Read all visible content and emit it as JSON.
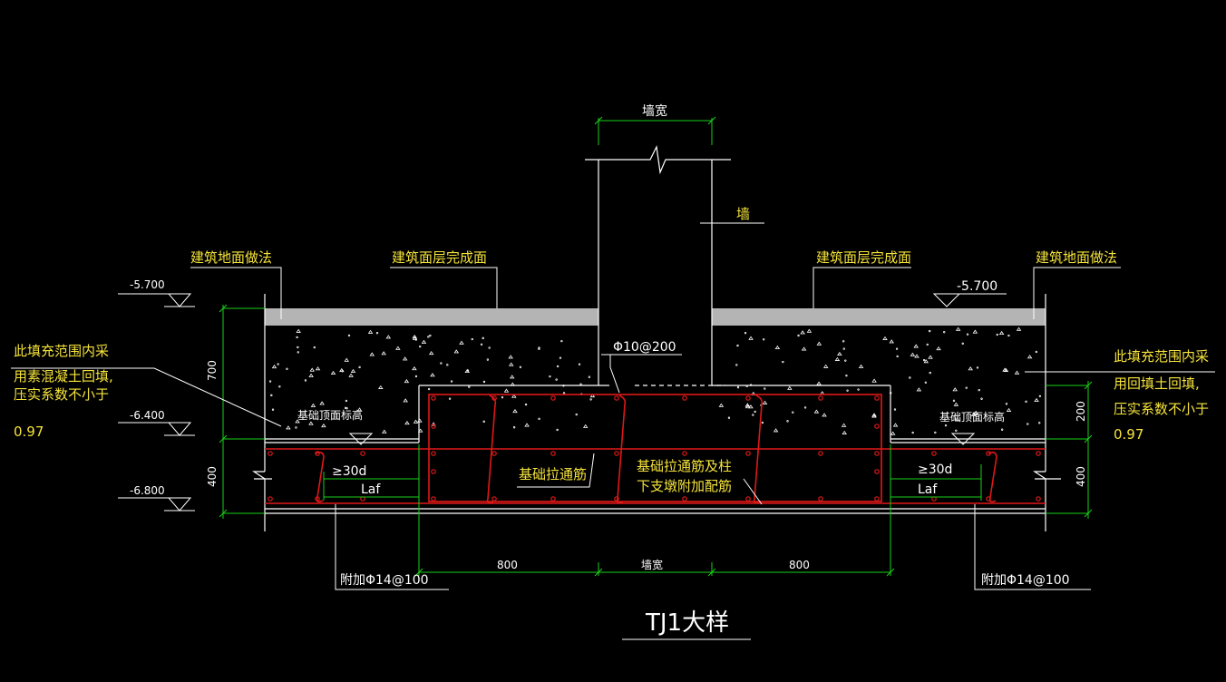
{
  "labels": {
    "wall_width_top": "墙宽",
    "wall": "墙",
    "floor_method_left": "建筑地面做法",
    "floor_finish_left": "建筑面层完成面",
    "floor_finish_right": "建筑面层完成面",
    "floor_method_right": "建筑地面做法",
    "elev_top_left": "-5.700",
    "elev_top_right": "-5.700",
    "elev_mid_left": "-6.400",
    "elev_bot_left": "-6.800",
    "dim_700": "700",
    "dim_400_left": "400",
    "dim_200": "200",
    "dim_400_right": "400",
    "fill_left_1": "此填充范围内采",
    "fill_left_2": "用素混凝土回填,",
    "fill_left_3": "压实系数不小于",
    "fill_left_4": "0.97",
    "fill_right_1": "此填充范围内采",
    "fill_right_2": "用回填土回填,",
    "fill_right_3": "压实系数不小于",
    "fill_right_4": "0.97",
    "top_elev_left": "基础顶面标高",
    "top_elev_right": "基础顶面标高",
    "stirrup": "Φ10@200",
    "tie_bar": "基础拉通筋",
    "tie_bar_col_1": "基础拉通筋及柱",
    "tie_bar_col_2": "下支墩附加配筋",
    "anchor_left": "≥30d",
    "laf_left": "Laf",
    "anchor_right": "≥30d",
    "laf_right": "Laf",
    "extra_left": "附加Φ14@100",
    "extra_right": "附加Φ14@100",
    "dim_800_left": "800",
    "wall_width_bottom": "墙宽",
    "dim_800_right": "800",
    "title": "TJ1大样"
  },
  "colors": {
    "background": "#000000",
    "outline": "#ffffff",
    "dimension": "#19d119",
    "rebar": "#e01818",
    "annotation": "#f5e33a",
    "slab": "#b4b4b4"
  }
}
